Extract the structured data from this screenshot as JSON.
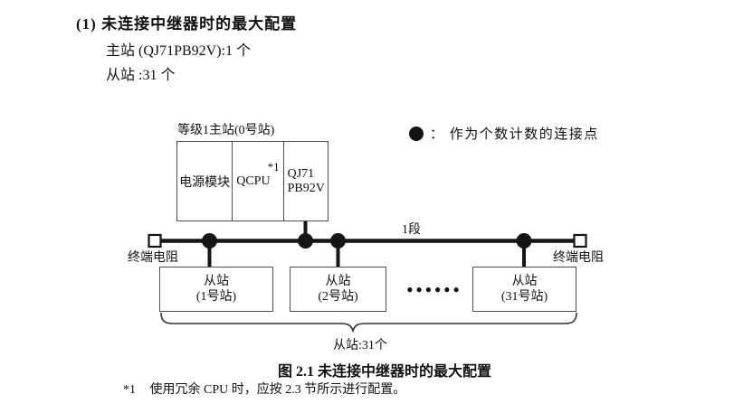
{
  "page": {
    "heading": "(1) 未连接中继器时的最大配置",
    "master_line": "主站 (QJ71PB92V):1 个",
    "slave_line": "从站 :31 个"
  },
  "diagram": {
    "master": {
      "label": "等级1主站(0号站)",
      "cell_power": "电源模块",
      "cell_cpu": "QCPU",
      "cell_cpu_note": "*1",
      "cell_module_line1": "QJ71",
      "cell_module_line2": "PB92V"
    },
    "legend": {
      "symbol_name": "filled-circle-connection-point",
      "text": "： 作为个数计数的连接点"
    },
    "segment_label": "1段",
    "terminator_left": "终端电阻",
    "terminator_right": "终端电阻",
    "slaves": [
      {
        "line1": "从站",
        "line2": "(1号站)"
      },
      {
        "line1": "从站",
        "line2": "(2号站)"
      },
      {
        "line1": "从站",
        "line2": "(31号站)"
      }
    ],
    "ellipsis": "●●●●●●",
    "brace_label": "从站:31个"
  },
  "caption": "图 2.1 未连接中继器时的最大配置",
  "footnote": {
    "marker": "*1",
    "text": "使用冗余 CPU 时，应按 2.3 节所示进行配置。"
  }
}
